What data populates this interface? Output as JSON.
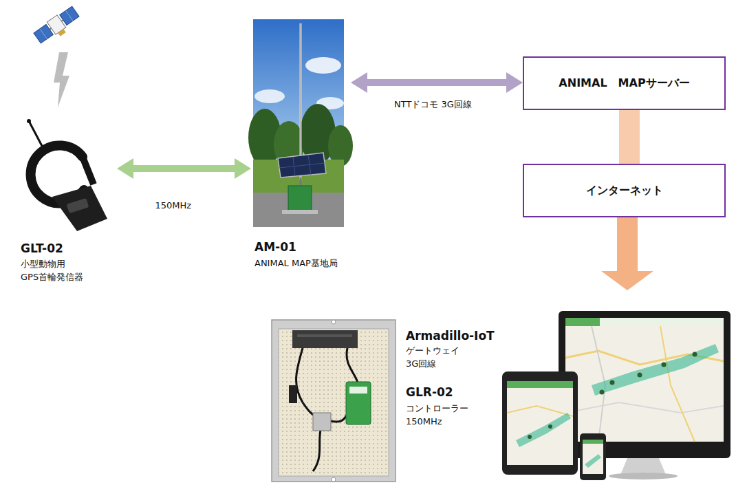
{
  "diagram": {
    "nodes": [
      {
        "text": [
          "GLT-02",
          "小型動物用 GPS首輪発信器"
        ]
      },
      {
        "text": [
          "AM-01",
          "ANIMAL MAP基地局"
        ]
      },
      {
        "text": [
          "ANIMAL　MAPサーバー"
        ]
      },
      {
        "text": [
          "インターネット"
        ]
      },
      {
        "text": [
          "Armadillo-IoT",
          "ゲートウェイ 3G回線",
          "GLR-02",
          "コントローラー 150MHz"
        ]
      }
    ],
    "edges": [
      {
        "from": 0,
        "to": 1,
        "arrow": "both",
        "label": "150MHz"
      },
      {
        "from": 1,
        "to": 2,
        "arrow": "both",
        "label": "NTTドコモ 3G回線"
      },
      {
        "from": 2,
        "to": 3,
        "arrow": "none"
      }
    ]
  }
}
